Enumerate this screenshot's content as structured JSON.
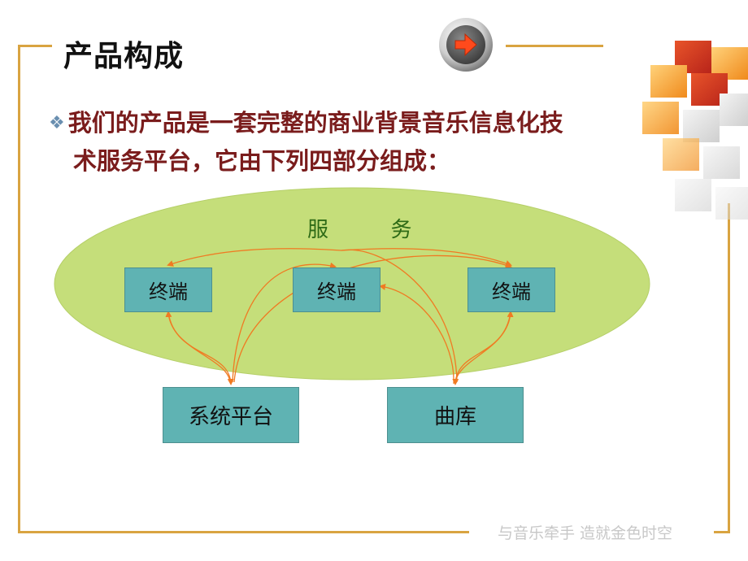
{
  "title": "产品构成",
  "bullet": {
    "icon": "diamond-bullet-icon",
    "text_line1": "我们的产品是一套完整的商业背景音乐信息化技",
    "text_line2": "术服务平台，它由下列四部分组成："
  },
  "diagram": {
    "ellipse_label": "服  务",
    "terminals": [
      "终端",
      "终端",
      "终端"
    ],
    "platform": "系统平台",
    "library": "曲库"
  },
  "footer": "与音乐牵手 造就金色时空",
  "colors": {
    "frame": "#d9a441",
    "ellipse": "#c5de7a",
    "box": "#5fb3b3",
    "arrow": "#f07a22",
    "bullet_text": "#7a1c1c"
  }
}
